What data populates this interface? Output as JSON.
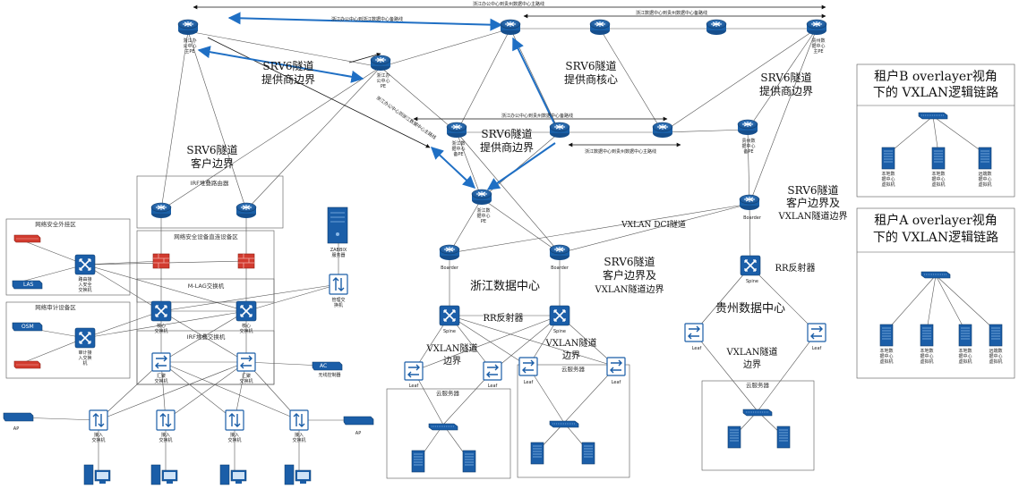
{
  "top_links": {
    "main_zj_office_gz": "浙江办公中心到贵州数据中心主路线",
    "zj_office_zj_dc_backup": "浙江办公中心到浙江数据中心备路线",
    "zj_dc_gz_dc_backup": "浙江数据中心到贵州数据中心备路线",
    "zj_office_gz_backup": "浙江办公中心到贵州数据中心备路线",
    "zj_office_zj_dc_main": "浙江办公中心到浙江数据中心主路线",
    "zj_dc_gz_main": "浙江数据中心到贵州数据中心主路线"
  },
  "labels": {
    "srv6_provider_edge_1": [
      "SRV6隧道",
      "提供商边界"
    ],
    "srv6_provider_core": [
      "SRV6隧道",
      "提供商核心"
    ],
    "srv6_provider_edge_2": [
      "SRV6隧道",
      "提供商边界"
    ],
    "srv6_provider_edge_3": [
      "SRV6隧道",
      "提供商边界"
    ],
    "srv6_customer_edge": [
      "SRV6隧道",
      "客户边界"
    ],
    "srv6_customer_vxlan_gz": [
      "SRV6隧道",
      "客户边界及",
      "VXLAN隧道边界"
    ],
    "srv6_customer_vxlan_zj": [
      "SRV6隧道",
      "客户边界及",
      "VXLAN隧道边界"
    ],
    "vxlan_dci": "VXLAN DCI隧道",
    "zj_dc": "浙江数据中心",
    "gz_dc": "贵州数据中心",
    "rr_zj": "RR反射器",
    "rr_gz": "RR反射器",
    "vxlan_edge_1": [
      "VXLAN隧道",
      "边界"
    ],
    "vxlan_edge_2": [
      "VXLAN隧道",
      "边界"
    ],
    "vxlan_edge_3": [
      "VXLAN隧道",
      "边界"
    ]
  },
  "zones": {
    "irf_router": "IRF堆叠路由器",
    "sec_direct": "网络安全设备直连设备区",
    "mlag": "M-LAG交换机",
    "irf_switch": "IRF堆叠交换机",
    "sec_service": "网络安全外挂区",
    "audit": "网络审计设备区",
    "cloud1": "云服务器",
    "cloud2": "云服务器",
    "cloud3": "云服务器"
  },
  "devices": {
    "zj_office_main_pe": [
      "浙江办",
      "公中心",
      "主PE"
    ],
    "zj_office_pe": [
      "浙江办",
      "公中心",
      "PE"
    ],
    "zj_dc_backup": [
      "浙江数",
      "据中心",
      "备PE"
    ],
    "zj_dc_pe": [
      "浙江数",
      "据中心",
      "PE"
    ],
    "gz_dc_main_pe": [
      "贵州数",
      "据中心",
      "主PE"
    ],
    "gz_dc_backup": [
      "贵州数",
      "据中心",
      "备PE"
    ],
    "border": "Boarder",
    "spine": "Spine",
    "leaf": "Leaf",
    "router_access": [
      "路由接",
      "入安全",
      "交换机"
    ],
    "audit_access": [
      "审计接",
      "入交换",
      "机"
    ],
    "core_sw": [
      "核心",
      "交换机"
    ],
    "agg_sw": [
      "汇聚",
      "交换机"
    ],
    "access_sw": [
      "接入",
      "交换机"
    ],
    "mgmt_sw": [
      "管理交",
      "换机"
    ],
    "zabbix": [
      "ZABBIX",
      "服务器"
    ],
    "ac": "AC",
    "ac_label": "无线控制器",
    "ap": "AP",
    "las": "LAS",
    "osm": "OSM"
  },
  "panels": {
    "tenant_b": [
      "租户B overlayer视角",
      "下的 VXLAN逻辑链路"
    ],
    "tenant_a": [
      "租户A overlayer视角",
      "下的 VXLAN逻辑链路"
    ],
    "vm_local": [
      "本地数",
      "据中心",
      "虚拟机"
    ],
    "vm_remote": [
      "远端数",
      "据中心",
      "虚拟机"
    ]
  },
  "colors": {
    "blue_link": "#1f6fc4",
    "router_fill": "#1a5fa6",
    "firewall": "#d23b2f"
  }
}
